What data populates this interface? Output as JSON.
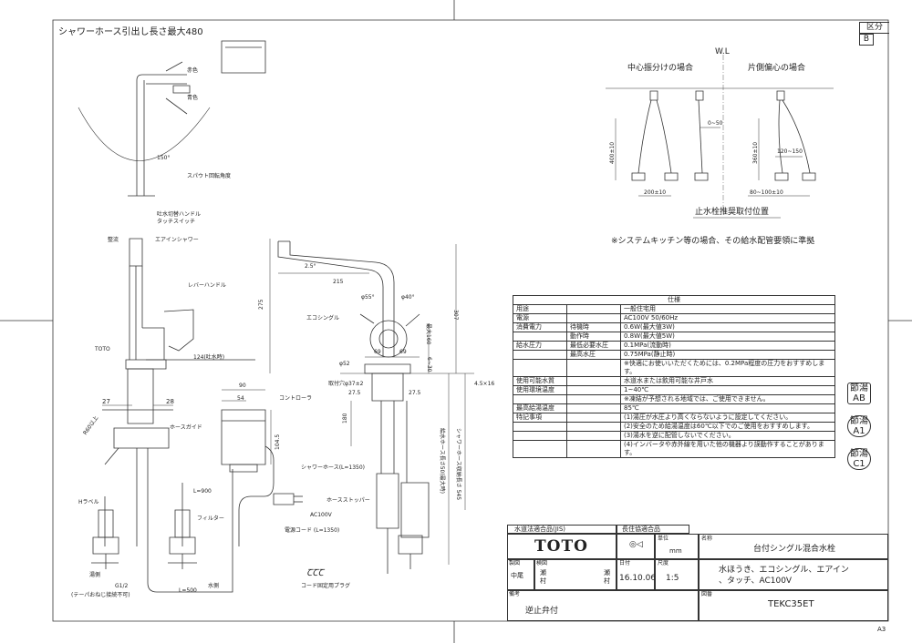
{
  "header": {
    "shower_hose_note": "シャワーホース引出し長さ最大480",
    "category_label": "区分",
    "category_value": "B"
  },
  "left_view": {
    "red": "赤色",
    "blue": "青色",
    "spout_angle": "150°",
    "spout_rotation": "スパウト回転角度",
    "spout_switch_line1": "吐水切替ハンドル",
    "spout_switch_line2": "タッチスイッチ",
    "straight": "整流",
    "air_in_shower": "エアインシャワー",
    "lever_handle": "レバーハンドル",
    "toto_mark": "TOTO",
    "dim_124": "124(吐水時)",
    "dim_27": "27",
    "dim_28": "28",
    "hose_guide": "ホースガイド",
    "r60_note": "R60以上",
    "h_label": "Hラベル",
    "l900": "L=900",
    "filter": "フィルター",
    "hot_water": "湯側",
    "water": "水側",
    "g12": "G1/2",
    "taper_note": "(テーパおねじ接続不可)",
    "l500": "L=500"
  },
  "middle_view": {
    "dim_25": "2.5°",
    "dim_215": "215",
    "dim_275": "275",
    "dim_307": "307",
    "dim_max160": "最大160",
    "phi55": "φ55°",
    "phi40": "φ40°",
    "eco_single": "エコシングル",
    "phi52": "φ52",
    "dim_69a": "69",
    "dim_69b": "69",
    "dim_630": "6~30",
    "mount_hole": "取付穴φ37±2",
    "dim_90": "90",
    "dim_54": "54",
    "controller": "コントローラ",
    "dim_1045": "104.5",
    "dim_275a": "27.5",
    "dim_275b": "27.5",
    "dim_180": "180",
    "dim_45x16": "4.5×16",
    "shower_hose": "シャワーホース(L=1350)",
    "hose_stopper": "ホースストッパー",
    "ac100v": "AC100V",
    "power_cord": "電源コード (L=1350)",
    "cord_plug_note": "コード固定用プラグ",
    "vertical_note1": "給水ホース長さ50(最大時)",
    "vertical_note2": "シャワーホース収納長さ 545"
  },
  "right_view": {
    "wl": "W.L",
    "center_title": "中心振分けの場合",
    "offset_title": "片側偏心の場合",
    "dim_400": "400±10",
    "dim_0_50": "0~50",
    "dim_360": "360±10",
    "dim_120_150": "120~150",
    "dim_200": "200±10",
    "dim_80_100": "80~100±10",
    "stop_valve_note": "止水栓推奨取付位置",
    "system_kitchen_note": "※システムキッチン等の場合、その給水配管要領に準拠"
  },
  "spec_table": {
    "title": "仕様",
    "rows": [
      {
        "label": "用途",
        "sub": "",
        "value": "一般住宅用"
      },
      {
        "label": "電源",
        "sub": "",
        "value": "AC100V 50/60Hz"
      },
      {
        "label": "消費電力",
        "sub": "待機時",
        "value": "0.6W(最大値3W)"
      },
      {
        "label": "",
        "sub": "動作時",
        "value": "0.8W(最大値5W)"
      },
      {
        "label": "給水圧力",
        "sub": "最低必要水圧",
        "value": "0.1MPa(流動時)"
      },
      {
        "label": "",
        "sub": "最高水圧",
        "value": "0.75MPa(静止時)"
      },
      {
        "label": "",
        "sub": "",
        "value": "※快適にお使いいただくためには、0.2MPa程度の圧力をおすすめします。"
      },
      {
        "label": "使用可能水質",
        "sub": "",
        "value": "水道水または飲用可能な井戸水"
      },
      {
        "label": "使用環境温度",
        "sub": "",
        "value": "1~40℃"
      },
      {
        "label": "",
        "sub": "",
        "value": "※凍結が予想される地域では、ご使用できません。"
      },
      {
        "label": "最高給湯温度",
        "sub": "",
        "value": "85℃"
      },
      {
        "label": "特記事項",
        "sub": "",
        "value": "(1)湯圧が水圧より高くならないように設定してください。"
      },
      {
        "label": "",
        "sub": "",
        "value": "(2)安全のため給湯温度は60℃以下でのご使用をおすすめします。"
      },
      {
        "label": "",
        "sub": "",
        "value": "(3)湯水を逆に配管しないでください。"
      },
      {
        "label": "",
        "sub": "",
        "value": "(4)インバータや赤外線を用いた他の機器より誤動作することがあります。"
      }
    ]
  },
  "badges": [
    {
      "line1": "節湯",
      "line2": "AB",
      "shape": "rect"
    },
    {
      "line1": "節湯",
      "line2": "A1",
      "shape": "round"
    },
    {
      "line1": "節湯",
      "line2": "C1",
      "shape": "round"
    }
  ],
  "title_block": {
    "jis": "水道法適合品(JIS)",
    "long_life": "長住協適合品",
    "brand": "TOTO",
    "unit_label": "単位",
    "unit_value": "mm",
    "name_label": "名称",
    "name_value": "台付シングル混合水栓",
    "drafter_label": "製図",
    "drafter_value": "中尾",
    "checker_label": "検図",
    "checker_value1": "瀬村",
    "checker_value2": "瀬村",
    "date_label": "日付",
    "date_value": "16.10.06",
    "scale_label": "尺度",
    "scale_value": "1:5",
    "desc_line1": "水ほうき、エコシングル、エアイン",
    "desc_line2": "、タッチ、AC100V",
    "remarks_label": "備考",
    "remarks_value": "逆止弁付",
    "drawing_label": "図番",
    "drawing_value": "TEKC35ET"
  },
  "paper_size": "A3"
}
